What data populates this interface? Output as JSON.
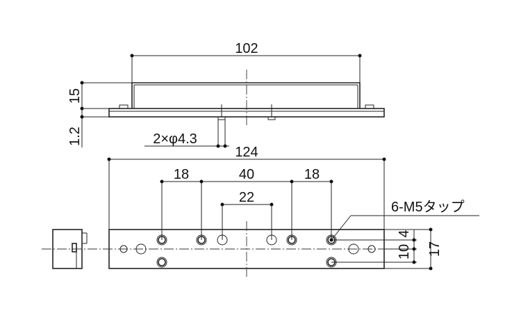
{
  "dimensions": {
    "top_width": "102",
    "height_15": "15",
    "thickness": "1.2",
    "hole_dia": "2×φ4.3",
    "overall_length": "124",
    "pitch_left": "18",
    "pitch_mid": "40",
    "pitch_right": "18",
    "pitch_inner": "22",
    "tap_note": "6-M5タップ",
    "height_10": "10",
    "height_4": "4",
    "height_17": "17"
  },
  "colors": {
    "line": "#222222",
    "text": "#111111",
    "background": "#ffffff"
  }
}
